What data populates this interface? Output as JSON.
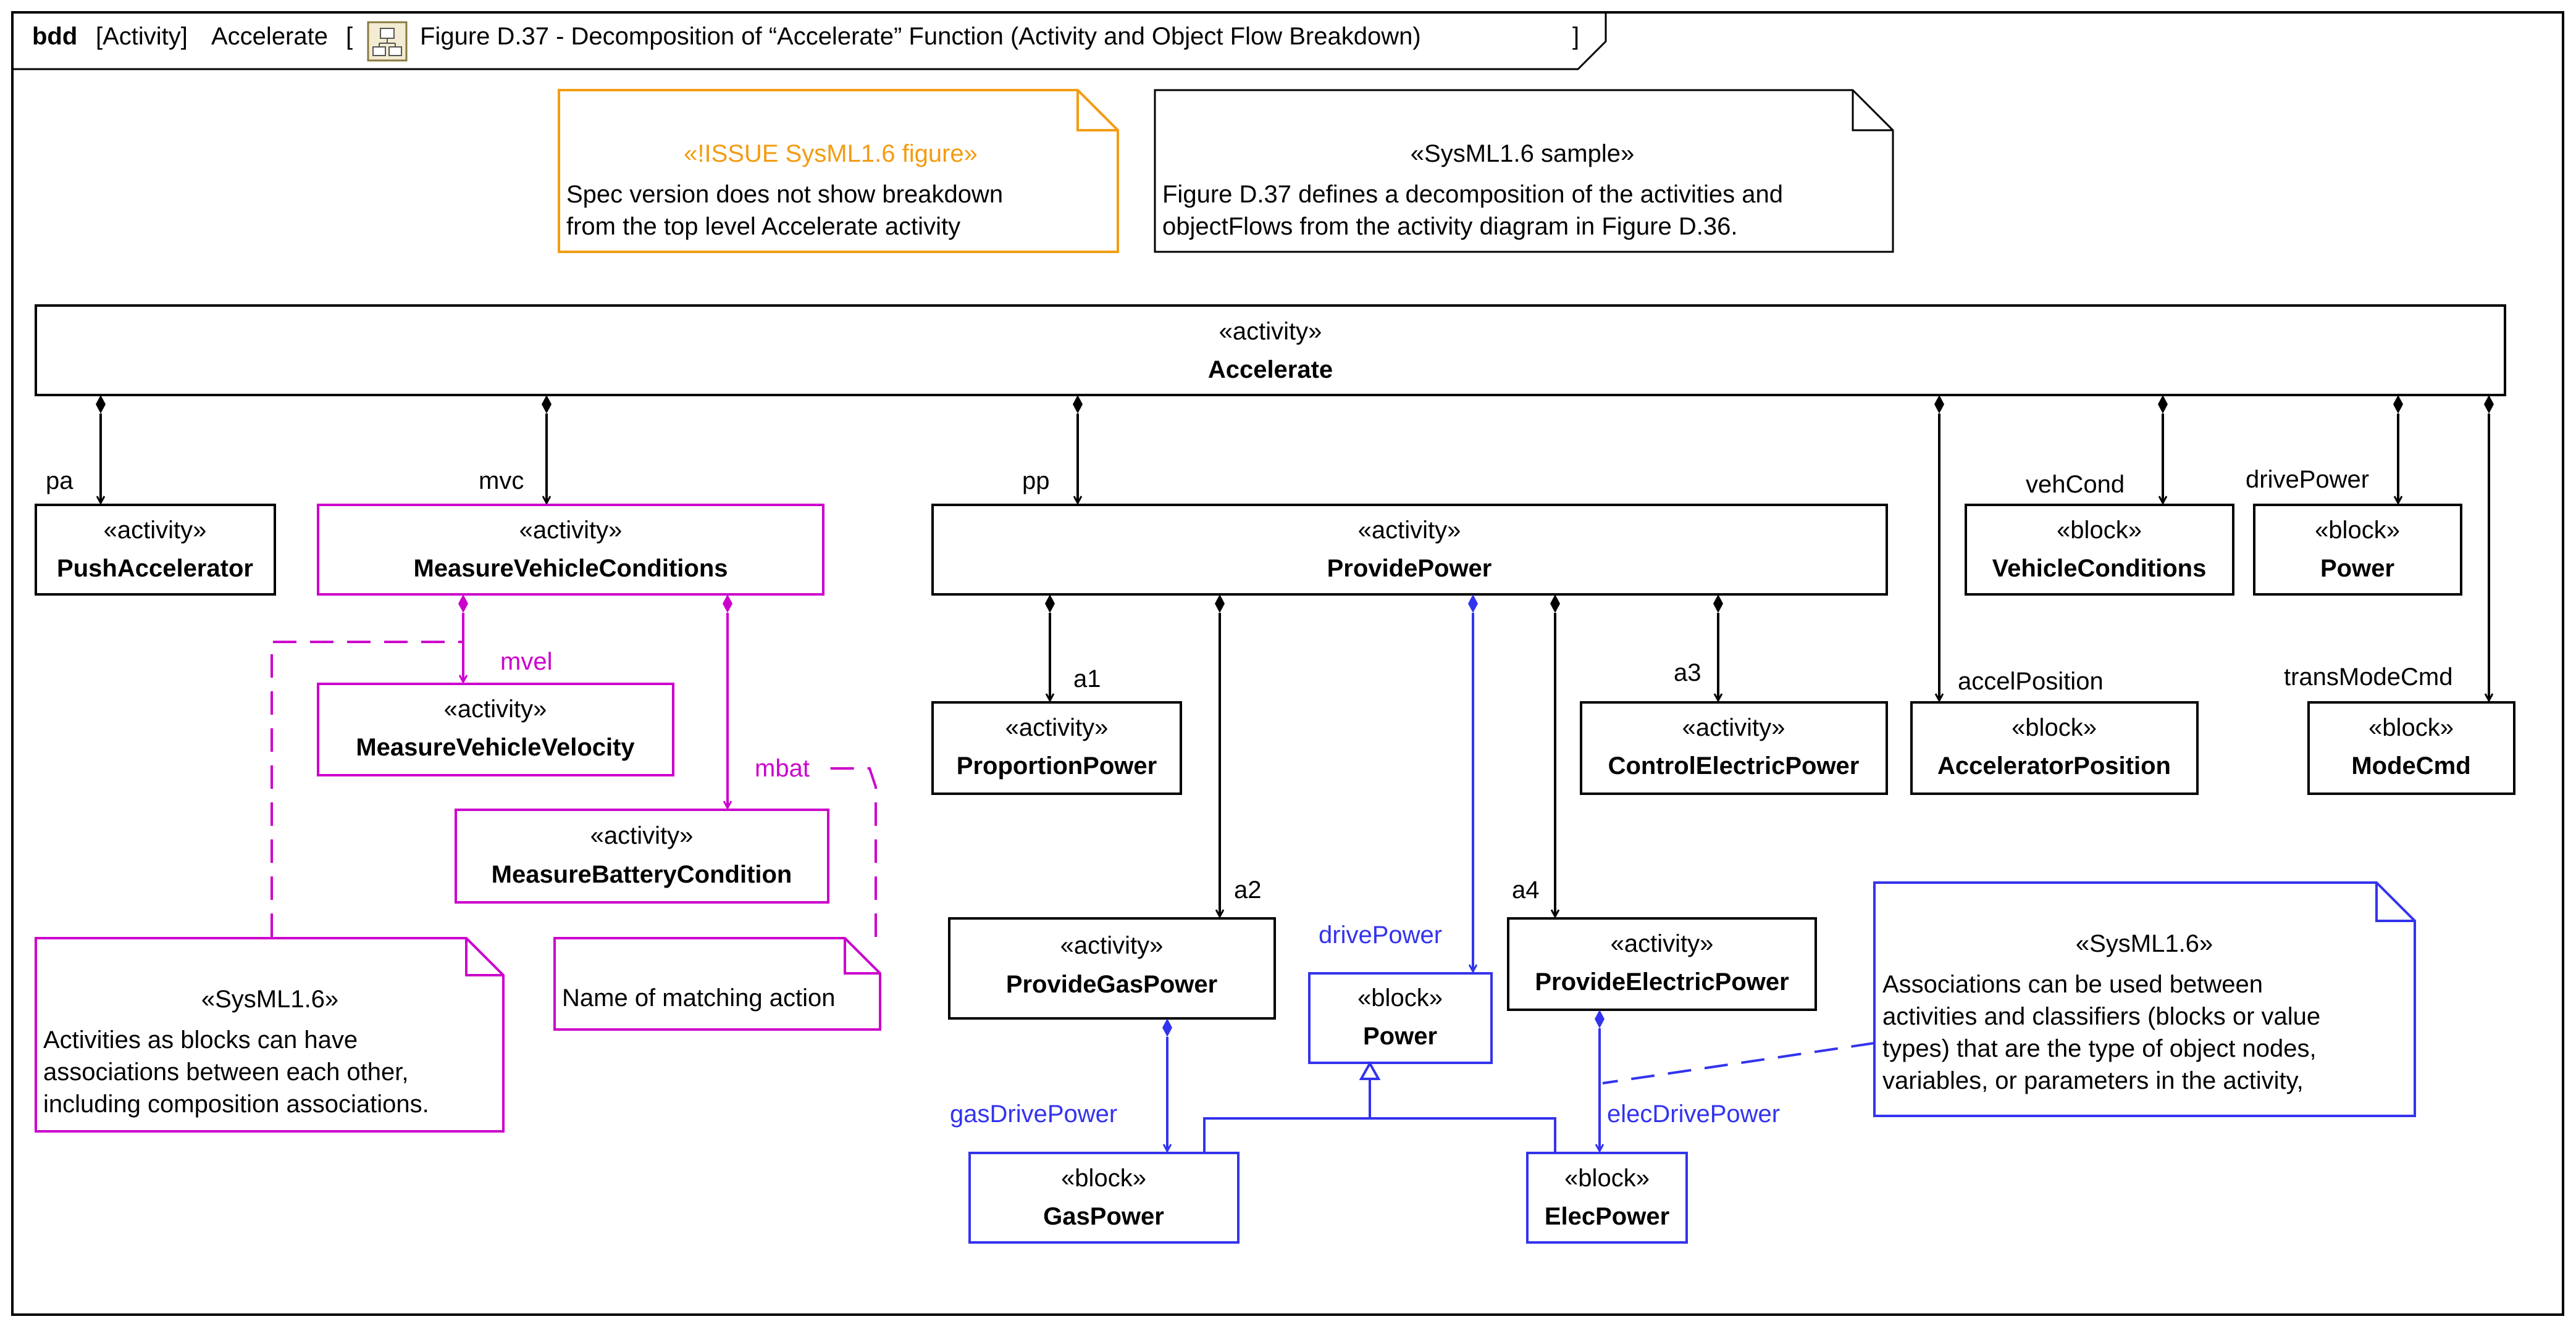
{
  "frame": {
    "kind": "bdd",
    "context": "[Activity]",
    "name": "Accelerate",
    "bracket_open": "[",
    "bracket_close": "]",
    "diagram_title": "Figure D.37 - Decomposition of “Accelerate” Function (Activity and Object Flow Breakdown)"
  },
  "colors": {
    "black": "#000000",
    "magenta": "#cc00cc",
    "blue": "#3333ee",
    "orange": "#f39c12"
  },
  "notes": {
    "issue": {
      "stereotype": "«!ISSUE SysML1.6 figure»",
      "lines": [
        "Spec version does not show breakdown",
        "from the top level Accelerate activity"
      ]
    },
    "sample": {
      "stereotype": "«SysML1.6 sample»",
      "lines": [
        "Figure D.37 defines a decomposition of the activities and",
        "objectFlows from the activity diagram in Figure D.36."
      ]
    },
    "activities_blocks": {
      "stereotype": "«SysML1.6»",
      "lines": [
        "Activities as blocks can have",
        "associations between each other,",
        "including composition associations."
      ]
    },
    "matching_action": {
      "stereotype": "",
      "lines": [
        "Name of matching action"
      ]
    },
    "associations": {
      "stereotype": "«SysML1.6»",
      "lines": [
        "Associations can be used between",
        "activities and classifiers (blocks or value",
        "types) that are the type of object nodes,",
        "variables, or parameters in the activity,"
      ]
    }
  },
  "blocks": {
    "accelerate": {
      "stereotype": "«activity»",
      "name": "Accelerate"
    },
    "push_accelerator": {
      "stereotype": "«activity»",
      "name": "PushAccelerator"
    },
    "measure_vehicle_conditions": {
      "stereotype": "«activity»",
      "name": "MeasureVehicleConditions"
    },
    "provide_power": {
      "stereotype": "«activity»",
      "name": "ProvidePower"
    },
    "vehicle_conditions": {
      "stereotype": "«block»",
      "name": "VehicleConditions"
    },
    "power_top": {
      "stereotype": "«block»",
      "name": "Power"
    },
    "measure_vehicle_velocity": {
      "stereotype": "«activity»",
      "name": "MeasureVehicleVelocity"
    },
    "measure_battery_condition": {
      "stereotype": "«activity»",
      "name": "MeasureBatteryCondition"
    },
    "proportion_power": {
      "stereotype": "«activity»",
      "name": "ProportionPower"
    },
    "control_electric_power": {
      "stereotype": "«activity»",
      "name": "ControlElectricPower"
    },
    "accelerator_position": {
      "stereotype": "«block»",
      "name": "AcceleratorPosition"
    },
    "mode_cmd": {
      "stereotype": "«block»",
      "name": "ModeCmd"
    },
    "provide_gas_power": {
      "stereotype": "«activity»",
      "name": "ProvideGasPower"
    },
    "power_mid": {
      "stereotype": "«block»",
      "name": "Power"
    },
    "provide_electric_power": {
      "stereotype": "«activity»",
      "name": "ProvideElectricPower"
    },
    "gas_power": {
      "stereotype": "«block»",
      "name": "GasPower"
    },
    "elec_power": {
      "stereotype": "«block»",
      "name": "ElecPower"
    }
  },
  "roles": {
    "pa": "pa",
    "mvc": "mvc",
    "pp": "pp",
    "veh_cond": "vehCond",
    "drive_power_top": "drivePower",
    "accel_position": "accelPosition",
    "trans_mode_cmd": "transModeCmd",
    "mvel": "mvel",
    "mbat": "mbat",
    "a1": "a1",
    "a2": "a2",
    "a3": "a3",
    "a4": "a4",
    "drive_power_mid": "drivePower",
    "gas_drive_power": "gasDrivePower",
    "elec_drive_power": "elecDrivePower"
  }
}
